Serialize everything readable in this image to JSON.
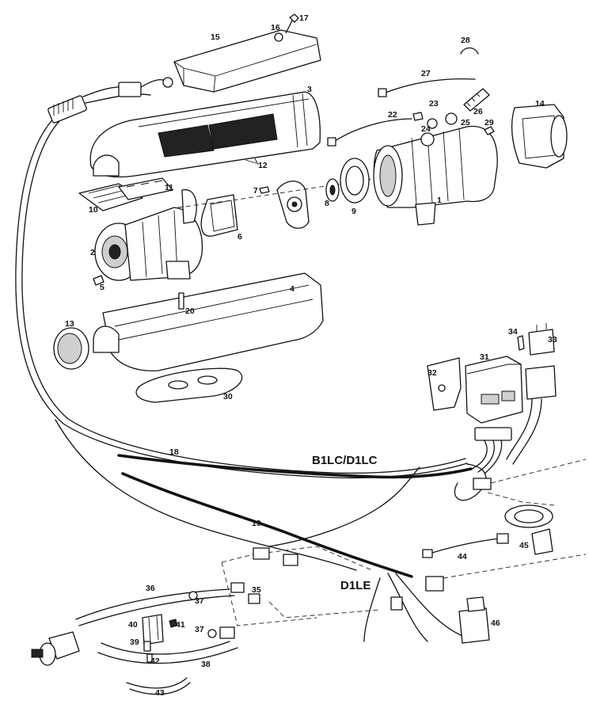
{
  "variant_labels": {
    "b1lc": "B1LC/D1LC",
    "d1le": "D1LE"
  },
  "part_numbers": {
    "p1": "1",
    "p2": "2",
    "p3": "3",
    "p4": "4",
    "p5": "5",
    "p6": "6",
    "p7": "7",
    "p8": "8",
    "p9": "9",
    "p10": "10",
    "p11": "11",
    "p12": "12",
    "p13": "13",
    "p14": "14",
    "p15": "15",
    "p16": "16",
    "p17": "17",
    "p18": "18",
    "p19": "19",
    "p20": "20",
    "p22": "22",
    "p23": "23",
    "p24": "24",
    "p25": "25",
    "p26": "26",
    "p27": "27",
    "p28": "28",
    "p29": "29",
    "p30": "30",
    "p31": "31",
    "p32": "32",
    "p33": "33",
    "p34": "34",
    "p35": "35",
    "p36": "36",
    "p37a": "37",
    "p37b": "37",
    "p38": "38",
    "p39": "39",
    "p40": "40",
    "p41": "41",
    "p42": "42",
    "p43": "43",
    "p44": "44",
    "p45": "45",
    "p46": "46"
  }
}
